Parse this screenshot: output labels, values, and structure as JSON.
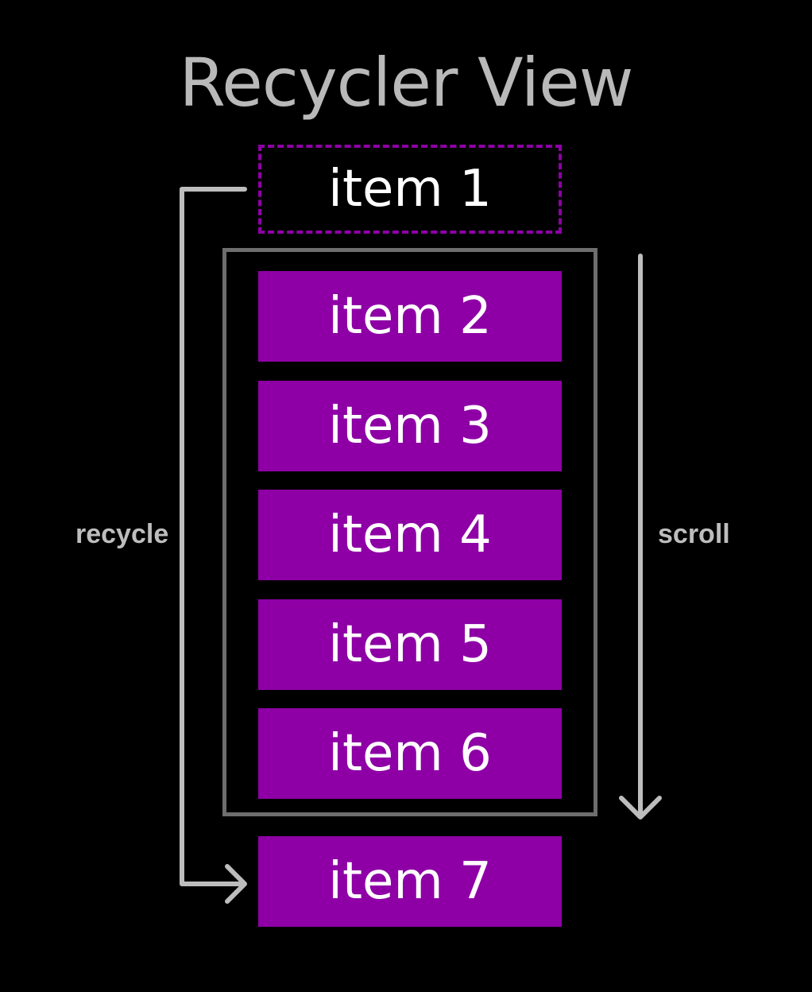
{
  "title": "Recycler View",
  "items": {
    "item1": "item 1",
    "item2": "item 2",
    "item3": "item 3",
    "item4": "item 4",
    "item5": "item 5",
    "item6": "item 6",
    "item7": "item 7"
  },
  "labels": {
    "recycle": "recycle",
    "scroll": "scroll"
  },
  "colors": {
    "background": "#000000",
    "item_fill": "#8e00a6",
    "title_text": "#b9b9b9",
    "viewport_border": "#6e6e6e",
    "arrow": "#bdbdbd"
  },
  "icons": {
    "recycle_arrow": "recycle-arrow-icon",
    "scroll_arrow": "scroll-down-arrow-icon"
  }
}
